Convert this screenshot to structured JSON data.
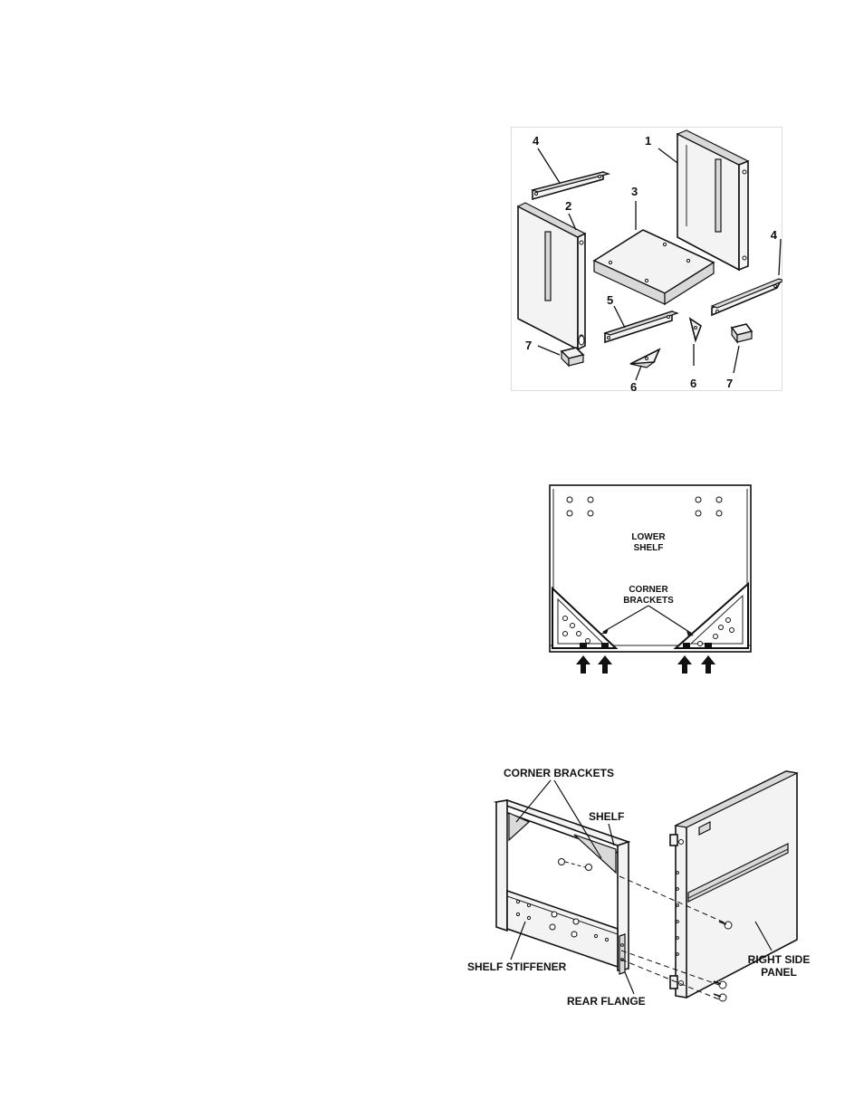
{
  "figure1": {
    "part_labels": [
      "1",
      "2",
      "3",
      "4",
      "4",
      "5",
      "6",
      "6",
      "7",
      "7"
    ]
  },
  "figure2": {
    "lower_shelf_label": [
      "LOWER",
      "SHELF"
    ],
    "corner_brackets_label": [
      "CORNER",
      "BRACKETS"
    ]
  },
  "figure3": {
    "corner_brackets": "CORNER BRACKETS",
    "shelf": "SHELF",
    "shelf_stiffener": "SHELF STIFFENER",
    "rear_flange": "REAR FLANGE",
    "right_side_panel": [
      "RIGHT SIDE",
      "PANEL"
    ]
  }
}
